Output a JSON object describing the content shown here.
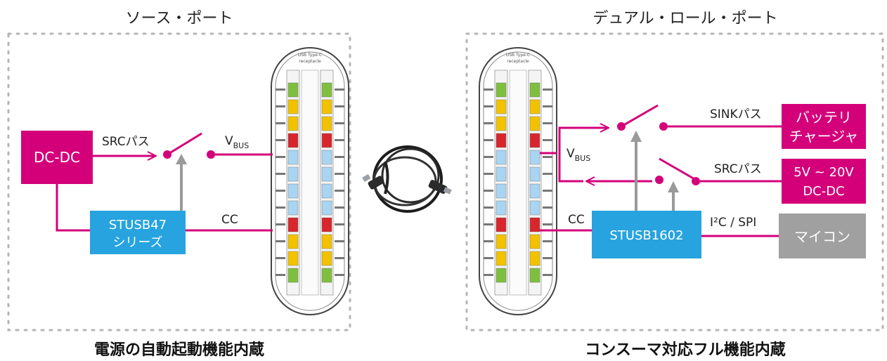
{
  "left": {
    "title": "ソース・ポート",
    "caption": "電源の自動起動機能内蔵",
    "dcdc": "DC-DC",
    "src_path": "SRCパス",
    "vbus_v": "V",
    "vbus_sub": "BUS",
    "stusb_line1": "STUSB47",
    "stusb_line2": "シリーズ",
    "cc": "CC"
  },
  "right": {
    "title": "デュアル・ロール・ポート",
    "caption": "コンスーマ対応フル機能内蔵",
    "sink_path": "SINKパス",
    "src_path": "SRCパス",
    "battery_line1": "バッテリ",
    "battery_line2": "チャージャ",
    "dcdc_line1": "5V ~ 20V",
    "dcdc_line2": "DC-DC",
    "vbus_v": "V",
    "vbus_sub": "BUS",
    "cc": "CC",
    "stusb": "STUSB1602",
    "i2c": "I²C / SPI",
    "mcu": "マイコン"
  },
  "receptacle": {
    "title_line1": "USB Type-C",
    "title_line2": "receptacle"
  },
  "colors": {
    "magenta": "#d4007a",
    "blue": "#27a3df",
    "gray": "#a0a0a0",
    "arrow_gray": "#9a9a9a",
    "dotted": "#b5b5b5"
  }
}
